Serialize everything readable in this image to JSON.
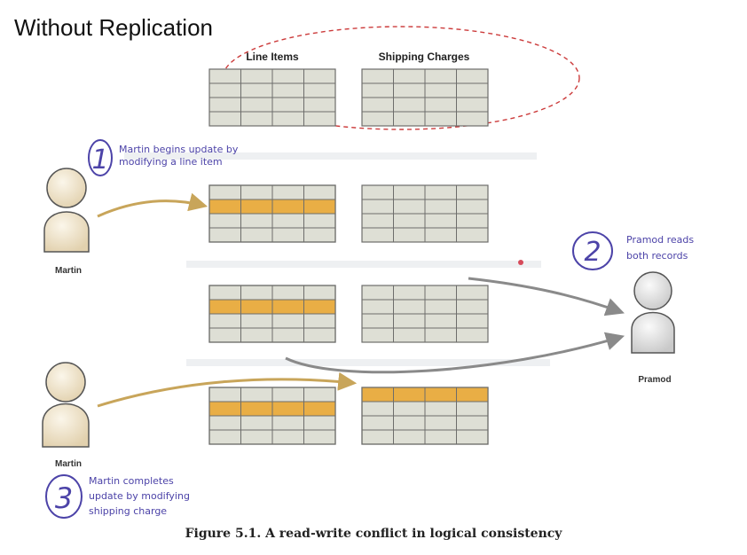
{
  "slide_title": "Without Replication",
  "table_headers": [
    "Line Items",
    "Shipping Charges"
  ],
  "people": [
    "Martin",
    "Pramod",
    "Martin"
  ],
  "steps": [
    {
      "number": "1",
      "lines": [
        "Martin begins update by",
        "modifying a line item"
      ]
    },
    {
      "number": "2",
      "lines": [
        "Pramod reads",
        "both records"
      ]
    },
    {
      "number": "3",
      "lines": [
        "Martin completes",
        "update by modifying",
        "shipping charge"
      ]
    }
  ],
  "caption": "Figure 5.1. A read-write conflict in logical consistency",
  "colors": {
    "cell_fill": "#dedfd5",
    "grid_stroke": "#6d6d6b",
    "highlight": "#e9ae45",
    "annotation": "#4c43a8",
    "arrow_gold": "#c8a55a",
    "arrow_gray": "#8a8a8a",
    "person_head": "#ecdfc6",
    "ellipse": "#cc3b3b"
  }
}
